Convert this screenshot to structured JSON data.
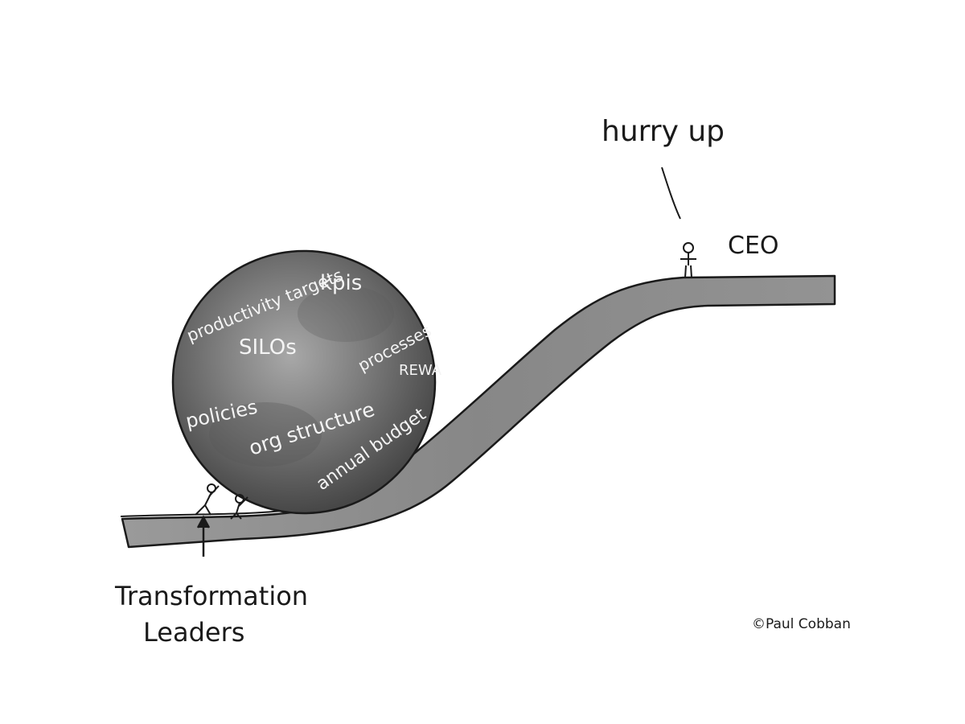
{
  "speech": {
    "text": "hurry up"
  },
  "ceo": {
    "label": "CEO"
  },
  "leaders": {
    "line1": "Transformation",
    "line2": "Leaders"
  },
  "ball": {
    "words": {
      "productivity": "productivity targets",
      "kpis": "kpis",
      "silos": "SILOs",
      "processes": "processes",
      "rewa": "REWA",
      "policies": "policies",
      "org_structure": "org structure",
      "annual_budget": "annual budget"
    }
  },
  "credit": {
    "text": "©Paul Cobban"
  },
  "colors": {
    "road": "#8f8f8f",
    "ball_dark": "#4a4a4a",
    "ball_light": "#a6a6a6",
    "ink": "#1a1a1a"
  }
}
